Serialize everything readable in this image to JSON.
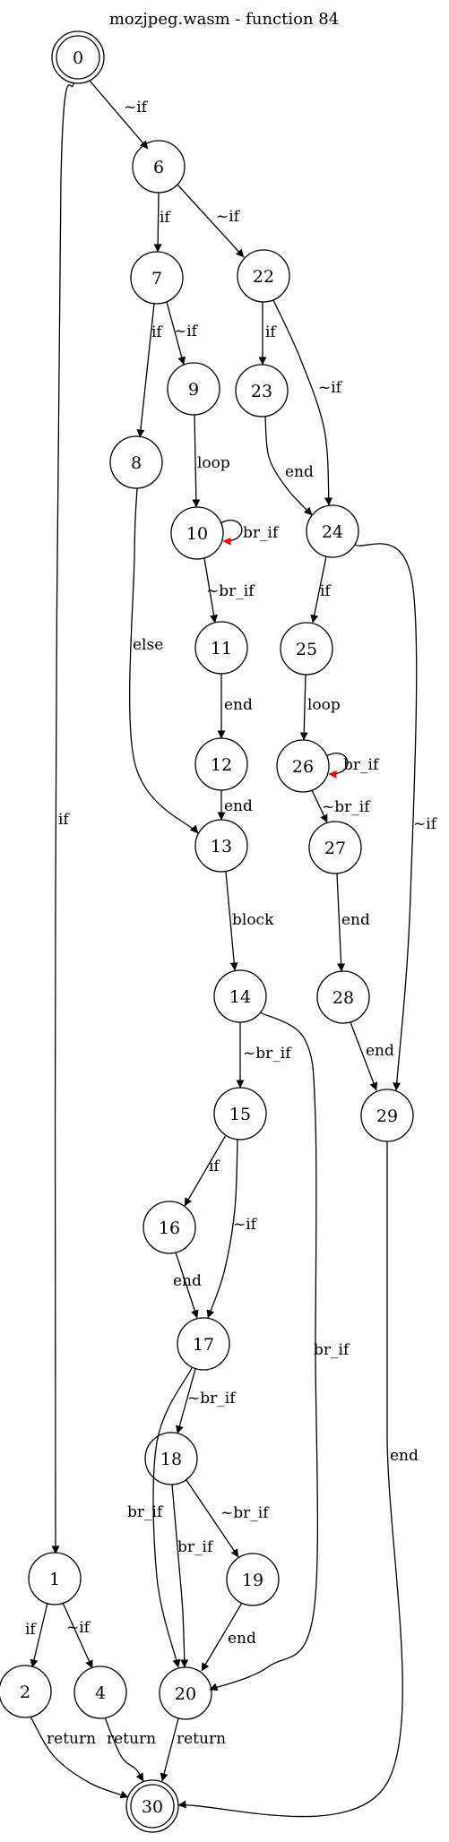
{
  "title": "mozjpeg.wasm - function 84",
  "colors": {
    "default": "#000000",
    "loop_edge": "#ff0000"
  },
  "nodes": [
    {
      "id": "0",
      "label": "0",
      "terminal": true
    },
    {
      "id": "6",
      "label": "6"
    },
    {
      "id": "7",
      "label": "7"
    },
    {
      "id": "22",
      "label": "22"
    },
    {
      "id": "9",
      "label": "9"
    },
    {
      "id": "23",
      "label": "23"
    },
    {
      "id": "8",
      "label": "8"
    },
    {
      "id": "10",
      "label": "10"
    },
    {
      "id": "24",
      "label": "24"
    },
    {
      "id": "11",
      "label": "11"
    },
    {
      "id": "25",
      "label": "25"
    },
    {
      "id": "12",
      "label": "12"
    },
    {
      "id": "26",
      "label": "26"
    },
    {
      "id": "13",
      "label": "13"
    },
    {
      "id": "27",
      "label": "27"
    },
    {
      "id": "14",
      "label": "14"
    },
    {
      "id": "28",
      "label": "28"
    },
    {
      "id": "15",
      "label": "15"
    },
    {
      "id": "29",
      "label": "29"
    },
    {
      "id": "16",
      "label": "16"
    },
    {
      "id": "17",
      "label": "17"
    },
    {
      "id": "18",
      "label": "18"
    },
    {
      "id": "1",
      "label": "1"
    },
    {
      "id": "19",
      "label": "19"
    },
    {
      "id": "2",
      "label": "2"
    },
    {
      "id": "4",
      "label": "4"
    },
    {
      "id": "20",
      "label": "20"
    },
    {
      "id": "30",
      "label": "30",
      "terminal": true
    }
  ],
  "edges": [
    {
      "from": "0",
      "to": "6",
      "label": "~if"
    },
    {
      "from": "0",
      "to": "1",
      "label": "if"
    },
    {
      "from": "6",
      "to": "7",
      "label": "if"
    },
    {
      "from": "6",
      "to": "22",
      "label": "~if"
    },
    {
      "from": "7",
      "to": "8",
      "label": "if"
    },
    {
      "from": "7",
      "to": "9",
      "label": "~if"
    },
    {
      "from": "22",
      "to": "23",
      "label": "if"
    },
    {
      "from": "22",
      "to": "24",
      "label": "~if"
    },
    {
      "from": "9",
      "to": "10",
      "label": "loop"
    },
    {
      "from": "23",
      "to": "24",
      "label": "end"
    },
    {
      "from": "10",
      "to": "10",
      "label": "br_if",
      "loop": true
    },
    {
      "from": "10",
      "to": "11",
      "label": "~br_if"
    },
    {
      "from": "8",
      "to": "13",
      "label": "else"
    },
    {
      "from": "24",
      "to": "25",
      "label": "if"
    },
    {
      "from": "24",
      "to": "29",
      "label": "~if"
    },
    {
      "from": "11",
      "to": "12",
      "label": "end"
    },
    {
      "from": "25",
      "to": "26",
      "label": "loop"
    },
    {
      "from": "12",
      "to": "13",
      "label": "end"
    },
    {
      "from": "26",
      "to": "26",
      "label": "br_if",
      "loop": true
    },
    {
      "from": "26",
      "to": "27",
      "label": "~br_if"
    },
    {
      "from": "13",
      "to": "14",
      "label": "block"
    },
    {
      "from": "27",
      "to": "28",
      "label": "end"
    },
    {
      "from": "14",
      "to": "15",
      "label": "~br_if"
    },
    {
      "from": "14",
      "to": "20",
      "label": "br_if"
    },
    {
      "from": "28",
      "to": "29",
      "label": "end"
    },
    {
      "from": "15",
      "to": "16",
      "label": "if"
    },
    {
      "from": "15",
      "to": "17",
      "label": "~if"
    },
    {
      "from": "29",
      "to": "30",
      "label": "end"
    },
    {
      "from": "16",
      "to": "17",
      "label": "end"
    },
    {
      "from": "17",
      "to": "18",
      "label": "~br_if"
    },
    {
      "from": "17",
      "to": "20",
      "label": "br_if"
    },
    {
      "from": "18",
      "to": "20",
      "label": "br_if"
    },
    {
      "from": "18",
      "to": "19",
      "label": "~br_if"
    },
    {
      "from": "1",
      "to": "2",
      "label": "if"
    },
    {
      "from": "1",
      "to": "4",
      "label": "~if"
    },
    {
      "from": "19",
      "to": "20",
      "label": "end"
    },
    {
      "from": "2",
      "to": "30",
      "label": "return"
    },
    {
      "from": "4",
      "to": "30",
      "label": "return"
    },
    {
      "from": "20",
      "to": "30",
      "label": "return"
    }
  ]
}
